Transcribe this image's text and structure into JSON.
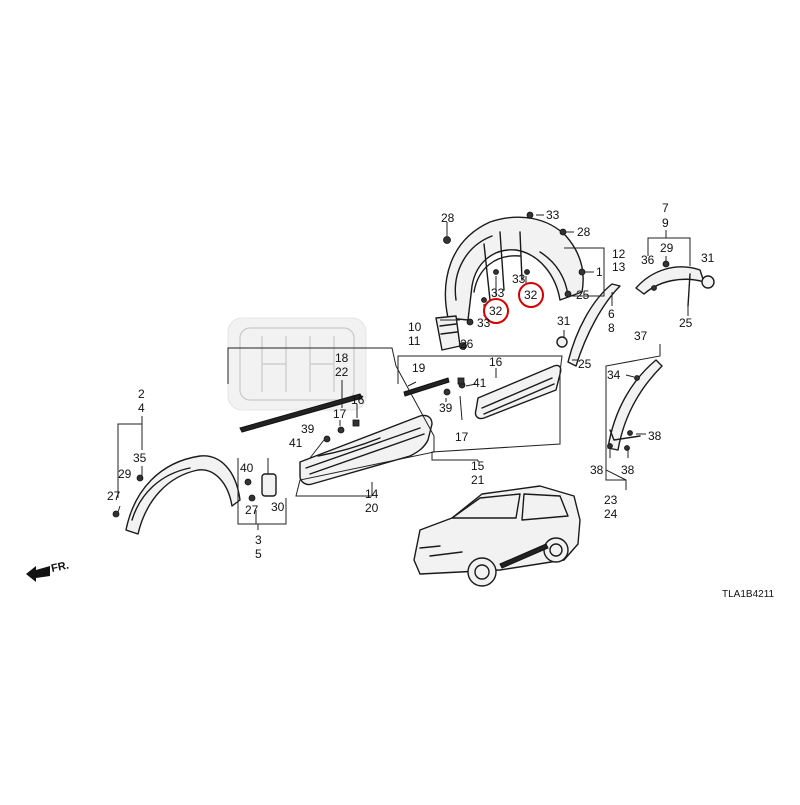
{
  "diagram_code": "TLA1B4211",
  "direction_label": "FR.",
  "accent_color": "#d60000",
  "highlighted_callouts": [
    "32",
    "32"
  ],
  "callouts": {
    "c28a": "28",
    "c33a": "33",
    "c28b": "28",
    "c12": "12",
    "c13": "13",
    "c1": "1",
    "c33b": "33",
    "c33c": "33",
    "c32a": "32",
    "c32b": "32",
    "c33d": "33",
    "c25a": "25",
    "c10": "10",
    "c11": "11",
    "c26": "26",
    "c7": "7",
    "c9": "9",
    "c29a": "29",
    "c36": "36",
    "c31a": "31",
    "c25b": "25",
    "c6": "6",
    "c8": "8",
    "c31b": "31",
    "c25c": "25",
    "c18": "18",
    "c22": "22",
    "c16a": "16",
    "c17a": "17",
    "c39a": "39",
    "c41a": "41",
    "c19": "19",
    "c16b": "16",
    "c41b": "41",
    "c39b": "39",
    "c17b": "17",
    "c15": "15",
    "c21": "21",
    "c14": "14",
    "c20": "20",
    "c37": "37",
    "c34": "34",
    "c38a": "38",
    "c38b": "38",
    "c38c": "38",
    "c23": "23",
    "c24": "24",
    "c2": "2",
    "c4": "4",
    "c35": "35",
    "c29b": "29",
    "c27a": "27",
    "c40": "40",
    "c27b": "27",
    "c30": "30",
    "c3": "3",
    "c5": "5"
  }
}
